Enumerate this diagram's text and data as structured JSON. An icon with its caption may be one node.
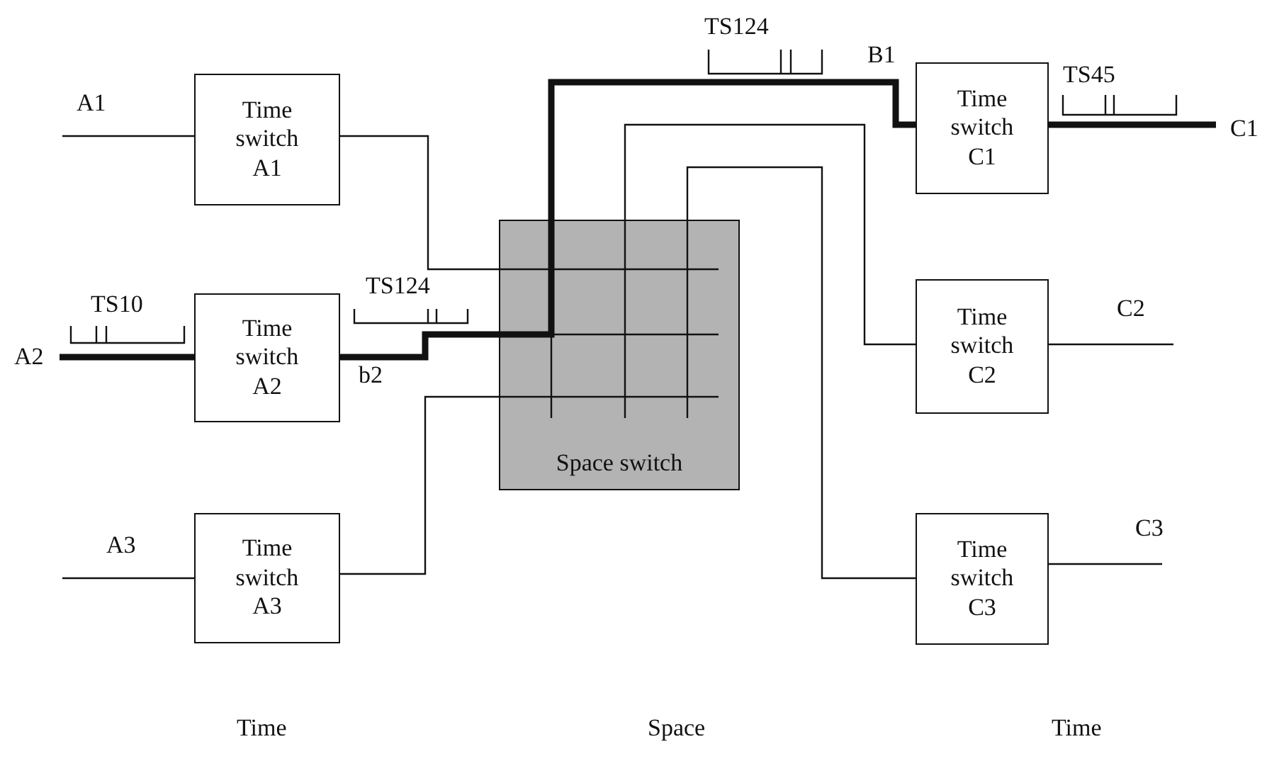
{
  "diagram": {
    "nodes": [
      {
        "text": [
          "Time switch A1"
        ]
      },
      {
        "text": [
          "Time switch A2"
        ]
      },
      {
        "text": [
          "Time switch A3"
        ]
      },
      {
        "text": [
          "Space switch"
        ]
      },
      {
        "text": [
          "Time switch C1"
        ]
      },
      {
        "text": [
          "Time switch C2"
        ]
      },
      {
        "text": [
          "Time switch C3"
        ]
      }
    ],
    "edges": [
      {
        "from": null,
        "to": 0,
        "arrow": "none"
      },
      {
        "from": null,
        "to": 1,
        "arrow": "none",
        "style": "thick"
      },
      {
        "from": null,
        "to": 2,
        "arrow": "none"
      },
      {
        "from": 0,
        "to": 3,
        "arrow": "none"
      },
      {
        "from": 1,
        "to": 3,
        "arrow": "none",
        "style": "thick"
      },
      {
        "from": 2,
        "to": 3,
        "arrow": "none"
      },
      {
        "from": 3,
        "to": 4,
        "arrow": "none",
        "style": "thick"
      },
      {
        "from": 3,
        "to": 5,
        "arrow": "none"
      },
      {
        "from": 3,
        "to": 6,
        "arrow": "none"
      },
      {
        "from": 4,
        "to": null,
        "arrow": "none",
        "style": "thick"
      },
      {
        "from": 5,
        "to": null,
        "arrow": "none"
      },
      {
        "from": 6,
        "to": null,
        "arrow": "none"
      }
    ],
    "labels": [
      "TS124",
      "B1",
      "TS45",
      "A1",
      "C1",
      "TS124",
      "TS10",
      "C2",
      "A2",
      "b2",
      "C3",
      "A3",
      "Time",
      "Space",
      "Time"
    ]
  }
}
